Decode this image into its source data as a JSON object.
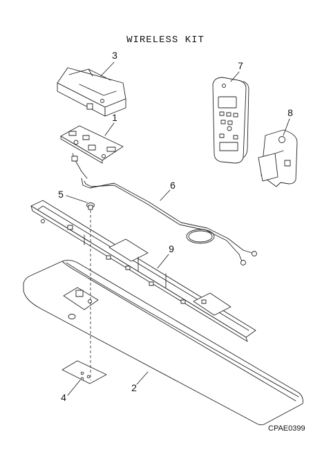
{
  "diagram": {
    "title": "WIRELESS KIT",
    "drawing_code": "CPAE0399",
    "callouts": [
      {
        "id": "1",
        "label": "1"
      },
      {
        "id": "2",
        "label": "2"
      },
      {
        "id": "3",
        "label": "3"
      },
      {
        "id": "4",
        "label": "4"
      },
      {
        "id": "5",
        "label": "5"
      },
      {
        "id": "6",
        "label": "6"
      },
      {
        "id": "7",
        "label": "7"
      },
      {
        "id": "8",
        "label": "8"
      },
      {
        "id": "9",
        "label": "9"
      }
    ]
  }
}
